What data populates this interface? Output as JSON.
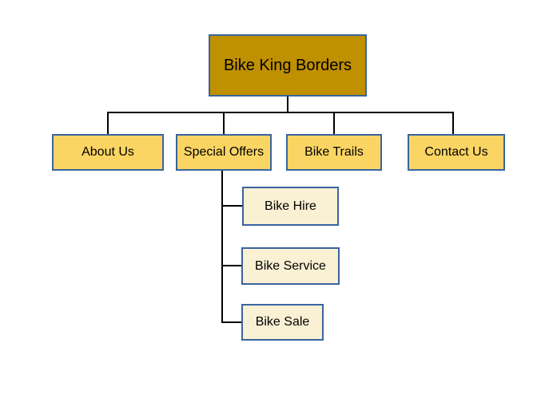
{
  "diagram": {
    "type": "org-chart",
    "root": {
      "label": "Bike King Borders"
    },
    "children": [
      {
        "label": "About Us"
      },
      {
        "label": "Special Offers",
        "children": [
          {
            "label": "Bike Hire"
          },
          {
            "label": "Bike Service"
          },
          {
            "label": "Bike Sale"
          }
        ]
      },
      {
        "label": "Bike Trails"
      },
      {
        "label": "Contact Us"
      }
    ],
    "colors": {
      "root_fill": "#BF9000",
      "child_fill": "#FBD563",
      "grandchild_fill": "#FAF0D3",
      "node_border": "#39649F",
      "connector": "#000000",
      "text": "#000000",
      "background": "#FFFFFF"
    }
  }
}
